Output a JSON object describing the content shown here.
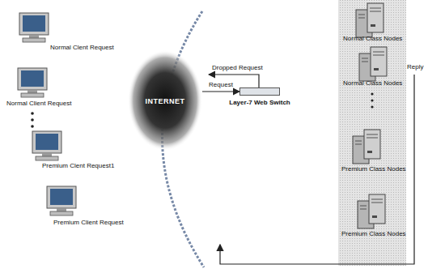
{
  "diagram": {
    "nodes": [
      {
        "text": [
          "Normal Clent Request"
        ]
      },
      {
        "text": [
          "Normal Client Request"
        ]
      },
      {
        "text": [
          "Premium Clent Request1"
        ]
      },
      {
        "text": [
          "Premium Client Request"
        ]
      },
      {
        "text": [
          "INTERNET"
        ]
      },
      {
        "text": [
          "Layer-7 Web Switch"
        ]
      },
      {
        "text": [
          "Normal Class Nodes"
        ]
      },
      {
        "text": [
          "Normal Class Nodes"
        ]
      },
      {
        "text": [
          "Premium Class Nodes"
        ]
      },
      {
        "text": [
          "Premium Class Nodes"
        ]
      }
    ],
    "edges": [
      {
        "from": 4,
        "to": 5,
        "label": "Request",
        "arrow": "to"
      }
    ],
    "labels": [
      "Dropped Request",
      "Reply"
    ]
  }
}
